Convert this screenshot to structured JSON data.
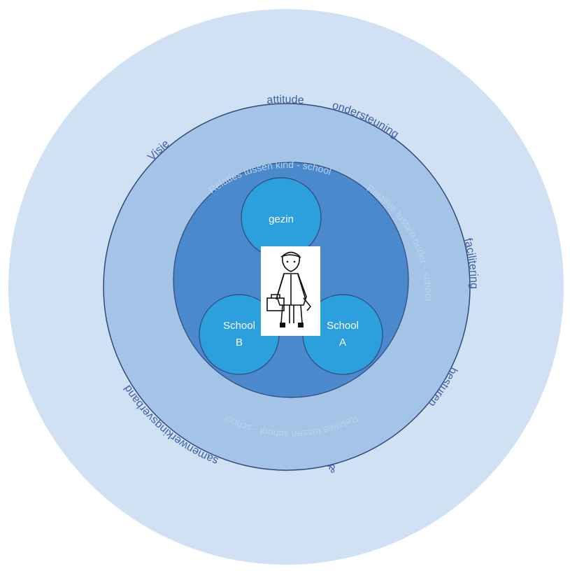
{
  "outer_labels": {
    "attitude": "attitude",
    "ondersteuning": "ondersteuning",
    "facilitering": "facilitering",
    "besturen": "besturen",
    "amp": "&",
    "samenwerkingsverband": "samenwerkingsverband",
    "visie": "Visie"
  },
  "ring_labels": {
    "kind_school": "Relaties tussen kind - school",
    "ouder_school": "Relaties tussen ouder - school",
    "school_school": "Relaties tussen school - school"
  },
  "nodes": {
    "gezin": "gezin",
    "school_b_line1": "School",
    "school_b_line2": "B",
    "school_a_line1": "School",
    "school_a_line2": "A"
  },
  "colors": {
    "outer_ring": "#d0e1f3",
    "middle_ring": "#a3c4e6",
    "inner_ring": "#4a89cc",
    "node_fill": "#2ba0dd",
    "outer_text": "#3f5fae",
    "ring_text": "#b9d3ee"
  },
  "icons": {
    "child": "child-with-backpack-icon"
  }
}
